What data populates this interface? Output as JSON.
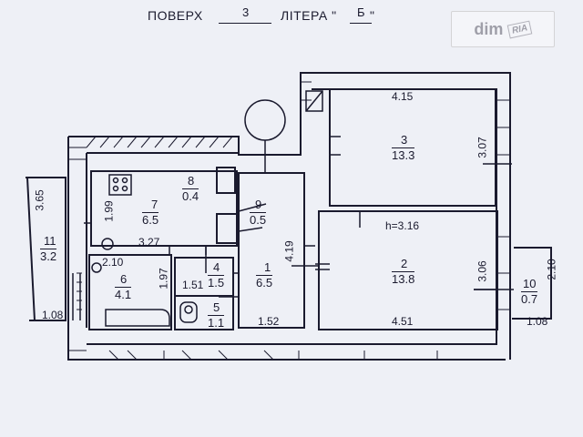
{
  "header": {
    "floor_label": "ПОВЕРХ",
    "floor_value": "3",
    "letter_label": "ЛІТЕРА \"",
    "letter_value": "Б",
    "letter_close": "\""
  },
  "watermark": {
    "brand": "dim",
    "ria": "RIA"
  },
  "rooms": [
    {
      "id": "1",
      "area": "6.5"
    },
    {
      "id": "2",
      "area": "13.8"
    },
    {
      "id": "3",
      "area": "13.3"
    },
    {
      "id": "4",
      "area": "1.5"
    },
    {
      "id": "5",
      "area": "1.1"
    },
    {
      "id": "6",
      "area": "4.1"
    },
    {
      "id": "7",
      "area": "6.5"
    },
    {
      "id": "8",
      "area": "0.4"
    },
    {
      "id": "9",
      "area": "0.5"
    },
    {
      "id": "10",
      "area": "0.7"
    },
    {
      "id": "11",
      "area": "3.2"
    }
  ],
  "dimensions": {
    "room3_top": "4.15",
    "room3_right": "3.07",
    "ceiling_height": "h=3.16",
    "room2_right": "3.06",
    "room2_bottom": "4.51",
    "room1_left": "4.19",
    "room1_bottom": "1.52",
    "room7_left": "1.99",
    "room7_bottom": "3.27",
    "room11_height": "3.65",
    "room11_bottom": "1.08",
    "room6_top": "2.10",
    "room6_right": "1.97",
    "room4_bottom": "1.51",
    "room10_right": "2.10",
    "room10_bottom": "1.08"
  },
  "colors": {
    "ink": "#1a1a2e",
    "paper": "#eef0f6"
  }
}
